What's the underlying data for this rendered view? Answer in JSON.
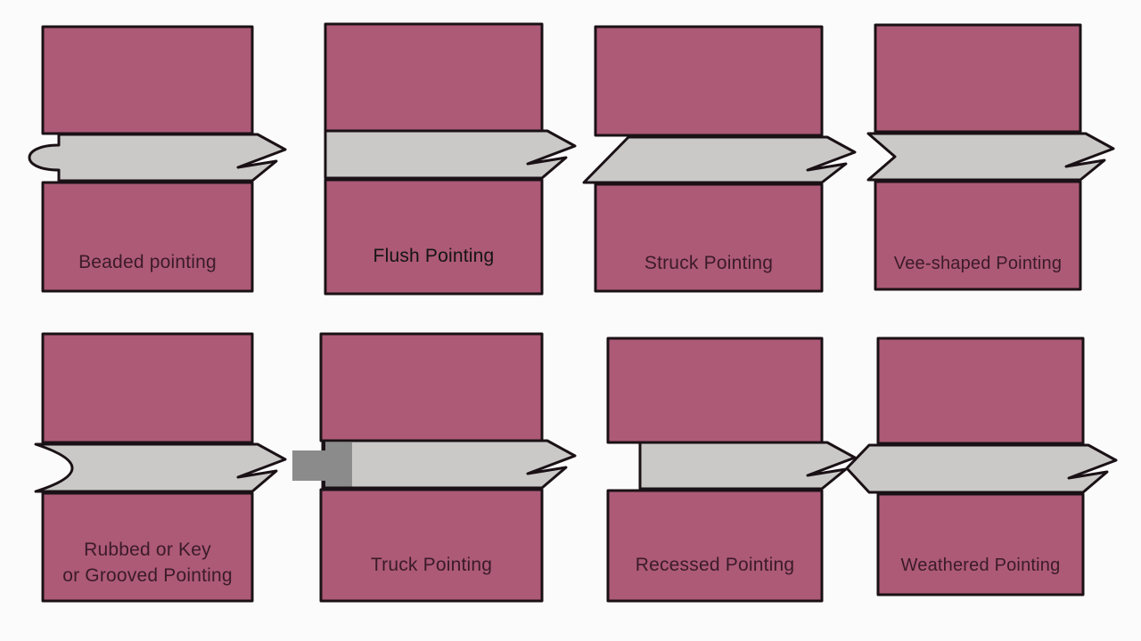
{
  "colors": {
    "background": "#fcfbfb",
    "brick_fill": "#ad5a76",
    "outline": "#1a1116",
    "mortar_fill": "#cac9c7",
    "tuck_fill": "#8b8b8b",
    "label_maroon": "#3b1b29",
    "label_black": "#141414"
  },
  "panels": [
    {
      "type": "beaded",
      "lines": [
        "Beaded pointing"
      ]
    },
    {
      "type": "flush",
      "lines": [
        "Flush Pointing"
      ]
    },
    {
      "type": "struck",
      "lines": [
        "Struck Pointing"
      ]
    },
    {
      "type": "vee",
      "lines": [
        "Vee-shaped Pointing"
      ]
    },
    {
      "type": "rubbed",
      "lines": [
        "Rubbed or Key",
        "or Grooved Pointing"
      ]
    },
    {
      "type": "truck",
      "lines": [
        "Truck Pointing"
      ]
    },
    {
      "type": "recessed",
      "lines": [
        "Recessed Pointing"
      ]
    },
    {
      "type": "weathered",
      "lines": [
        "Weathered Pointing"
      ]
    }
  ]
}
